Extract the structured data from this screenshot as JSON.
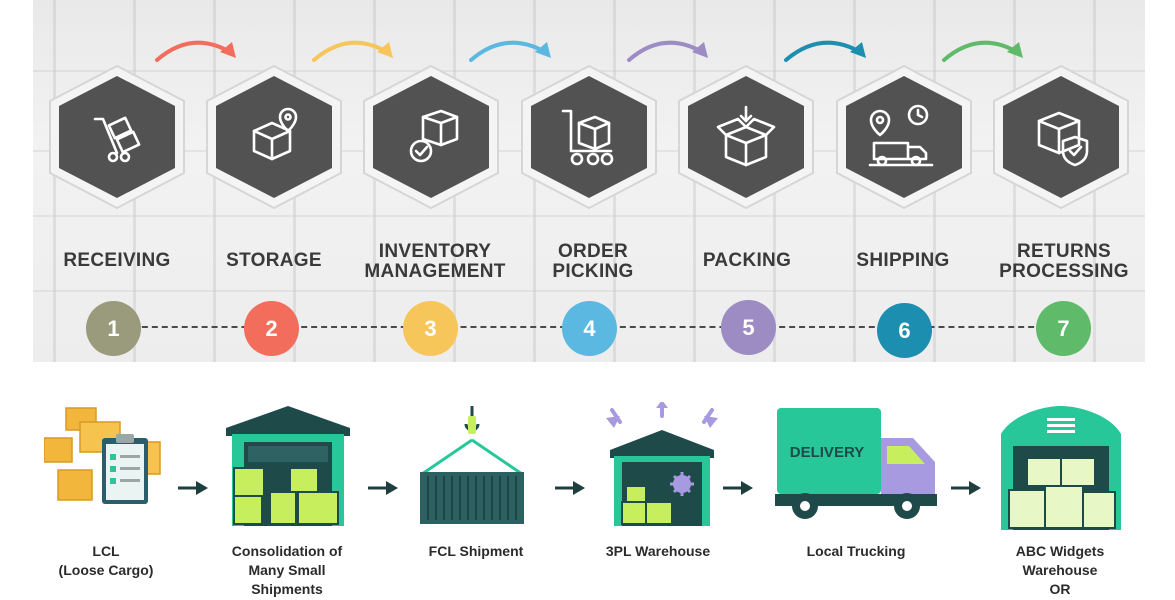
{
  "steps": [
    {
      "number": "1",
      "label_lines": [
        "RECEIVING"
      ],
      "color": "#9a9a7c",
      "arc_color": "#f26d5b",
      "icon": "hand-truck-icon"
    },
    {
      "number": "2",
      "label_lines": [
        "STORAGE"
      ],
      "color": "#f26d5b",
      "arc_color": "#f6c65b",
      "icon": "box-location-icon"
    },
    {
      "number": "3",
      "label_lines": [
        "INVENTORY",
        "MANAGEMENT"
      ],
      "color": "#f6c65b",
      "arc_color": "#5bb8e0",
      "icon": "box-check-icon"
    },
    {
      "number": "4",
      "label_lines": [
        "ORDER",
        "PICKING"
      ],
      "color": "#5bb8e0",
      "arc_color": "#9d8bc4",
      "icon": "box-trolley-icon"
    },
    {
      "number": "5",
      "label_lines": [
        "PACKING"
      ],
      "color": "#9d8bc4",
      "arc_color": "#1c8fb0",
      "icon": "open-box-icon"
    },
    {
      "number": "6",
      "label_lines": [
        "SHIPPING"
      ],
      "color": "#1c8fb0",
      "arc_color": "#5fba6a",
      "icon": "delivery-truck-icon"
    },
    {
      "number": "7",
      "label_lines": [
        "RETURNS",
        "PROCESSING"
      ],
      "color": "#5fba6a",
      "arc_color": null,
      "icon": "box-shield-icon"
    }
  ],
  "flow": [
    {
      "label_lines": [
        "LCL",
        "(Loose Cargo)"
      ],
      "illustration": "loose-cargo-illustration"
    },
    {
      "label_lines": [
        "Consolidation of",
        "Many Small",
        "Shipments"
      ],
      "illustration": "consolidation-warehouse-illustration"
    },
    {
      "label_lines": [
        "FCL Shipment"
      ],
      "illustration": "fcl-container-illustration"
    },
    {
      "label_lines": [
        "3PL Warehouse"
      ],
      "illustration": "3pl-warehouse-illustration"
    },
    {
      "label_lines": [
        "Local Trucking"
      ],
      "illustration": "delivery-truck-illustration",
      "truck_text": "DELIVERY"
    },
    {
      "label_lines": [
        "ABC Widgets",
        "Warehouse",
        "OR"
      ],
      "illustration": "abc-warehouse-illustration"
    }
  ],
  "colors": {
    "hex_fill": "#525252",
    "hex_border": "#d6d6d6",
    "text_dark": "#3a3a3a",
    "teal_dark": "#1f4a4a",
    "mint": "#28c79a",
    "lime": "#c7ee5c",
    "box_orange": "#f2b63c"
  }
}
